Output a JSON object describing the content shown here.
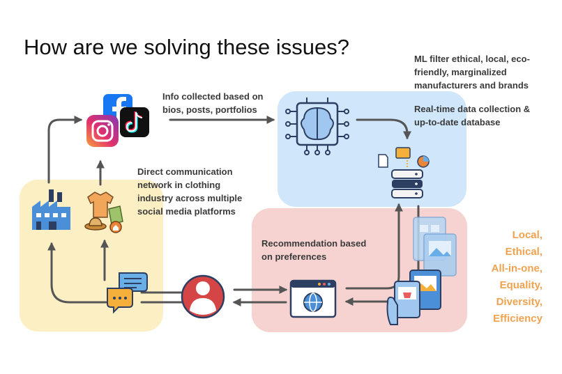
{
  "title": "How are we solving these issues?",
  "labels": {
    "info_collected": [
      "Info collected based on",
      "bios, posts, portfolios"
    ],
    "ml_filter": [
      "ML filter ethical, local, eco-",
      "friendly, marginalized",
      "manufacturers and brands"
    ],
    "realtime": [
      "Real-time data collection &",
      "up-to-date database"
    ],
    "direct_comm": [
      "Direct communication",
      "network in clothing",
      "industry across multiple",
      "social media platforms"
    ],
    "recommendation": [
      "Recommendation based",
      "on preferences"
    ]
  },
  "values": [
    "Local,",
    "Ethical,",
    "All-in-one,",
    "Equality,",
    "Diversity,",
    "Efficiency"
  ],
  "colors": {
    "yellow_panel": "#fcefc4",
    "blue_panel": "#cfe6fb",
    "pink_panel": "#f6d3d1",
    "values_text": "#efa24f",
    "arrow": "#555555"
  },
  "icons": [
    "facebook-icon",
    "instagram-icon",
    "tiktok-icon",
    "factory-icon",
    "clothing-icon",
    "chat-icon",
    "user-avatar-icon",
    "ai-brain-icon",
    "database-icon",
    "web-browser-icon",
    "mobile-shopping-icon"
  ]
}
